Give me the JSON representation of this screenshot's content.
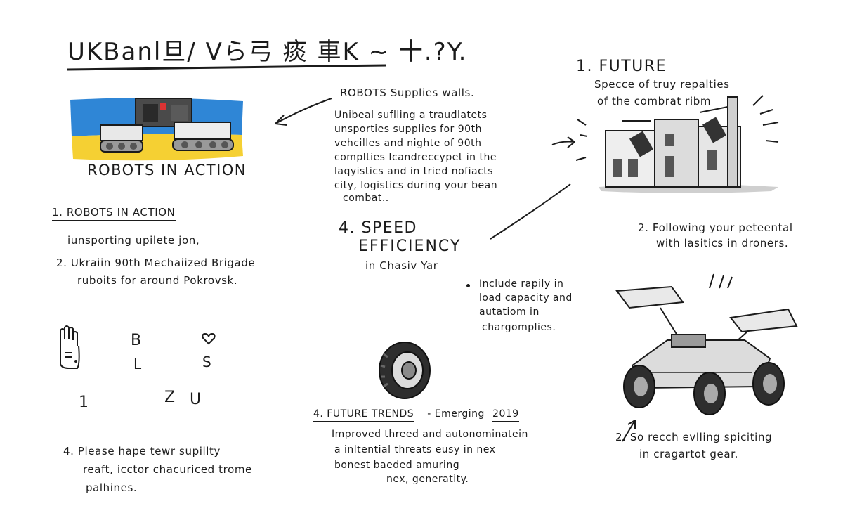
{
  "title": "UKBanl旦/ Vら弓 痰 車K ~ 十.?Y.",
  "left": {
    "image_caption": "ROBOTS IN ACTION",
    "section1_heading": "1. ROBOTS IN ACTION",
    "section1_line": "iunsporting upilete jon,",
    "item2_line1": "2. Ukraiin 90th Mechaiized Brigade",
    "item2_line2": "ruboits for around Pokrovsk.",
    "glyphs": {
      "b": "B",
      "l": "L",
      "s": "S",
      "one": "1",
      "z": "Z",
      "u": "U"
    },
    "item4_line1": "4. Please hape tewr supillty",
    "item4_line2": "reaft, icctor chacuriced trome",
    "item4_line3": "palhines."
  },
  "middle": {
    "heading": "ROBOTS Supplies walls.",
    "para_lines": [
      "Unibeal suflling a traudlatets",
      "unsporties supplies for 90th",
      "vehcilles and nighte of 90th",
      "complties Icandreccypet in the",
      "laqyistics and in tried nofiacts",
      "city, logistics during your bean",
      "combat.."
    ],
    "speed_line1": "4. SPEED",
    "speed_line2": "EFFICIENCY",
    "speed_sub": "in Chasiv Yar",
    "bullet_lines": [
      "Include rapily in",
      "load capacity and",
      "autatiom in",
      "chargomplies."
    ],
    "trends_heading": "4. FUTURE TRENDS",
    "trends_suffix": "- Emerging",
    "trends_year": "2019",
    "trends_lines": [
      "Improved threed and autonominatein",
      "a inltential threats eusy in nex",
      "bonest baeded amuring",
      "nex, generatity."
    ]
  },
  "right": {
    "future_heading": "1. FUTURE",
    "future_lines": [
      "Specce of truy repalties",
      "of the combrat ribm"
    ],
    "following_line1": "2. Following your peteental",
    "following_line2": "with lasitics in droners.",
    "gear_line1": "2. So recch evlling spiciting",
    "gear_line2": "in cragartot gear."
  },
  "colors": {
    "flag_blue": "#2f86d6",
    "flag_yellow": "#f5d033",
    "ink": "#1b1b1b"
  },
  "icons": [
    "hand-icon",
    "heart-icon",
    "wheel-icon",
    "robot-vehicle-icon",
    "drone-icon",
    "building-icon"
  ]
}
